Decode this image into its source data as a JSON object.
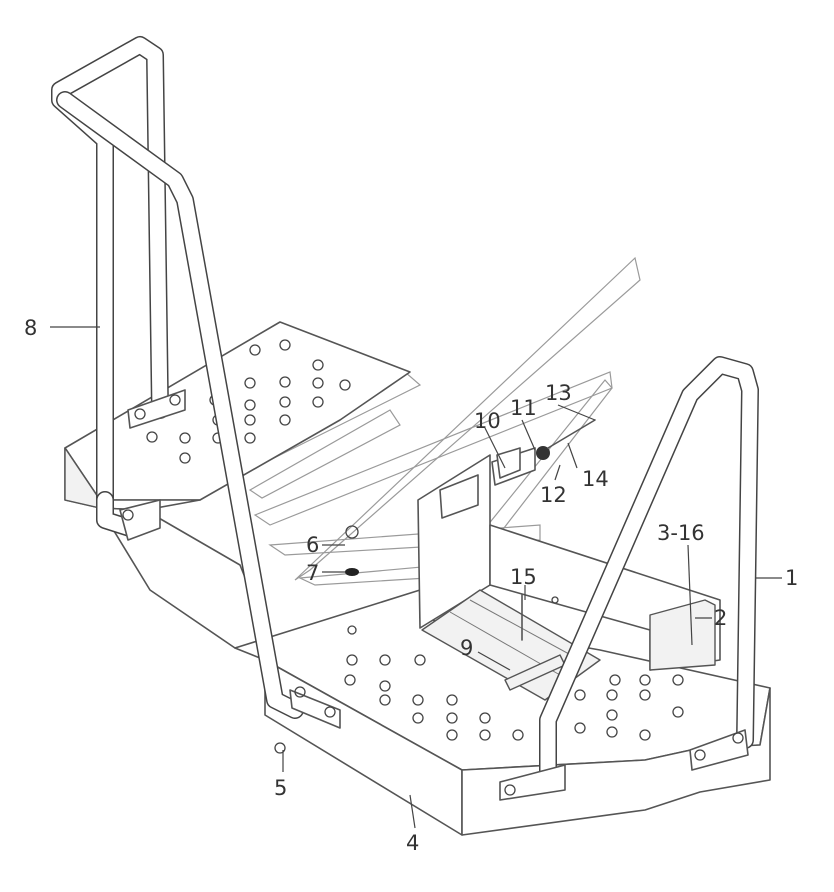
{
  "callouts": [
    {
      "id": "c1",
      "text": "1"
    },
    {
      "id": "c2",
      "text": "2"
    },
    {
      "id": "c3",
      "text": "3-16"
    },
    {
      "id": "c4",
      "text": "4"
    },
    {
      "id": "c5",
      "text": "5"
    },
    {
      "id": "c6",
      "text": "6"
    },
    {
      "id": "c7",
      "text": "7"
    },
    {
      "id": "c8",
      "text": "8"
    },
    {
      "id": "c9",
      "text": "9"
    },
    {
      "id": "c10",
      "text": "10"
    },
    {
      "id": "c11",
      "text": "11"
    },
    {
      "id": "c12",
      "text": "12"
    },
    {
      "id": "c13",
      "text": "13"
    },
    {
      "id": "c14",
      "text": "14"
    },
    {
      "id": "c15",
      "text": "15"
    }
  ]
}
